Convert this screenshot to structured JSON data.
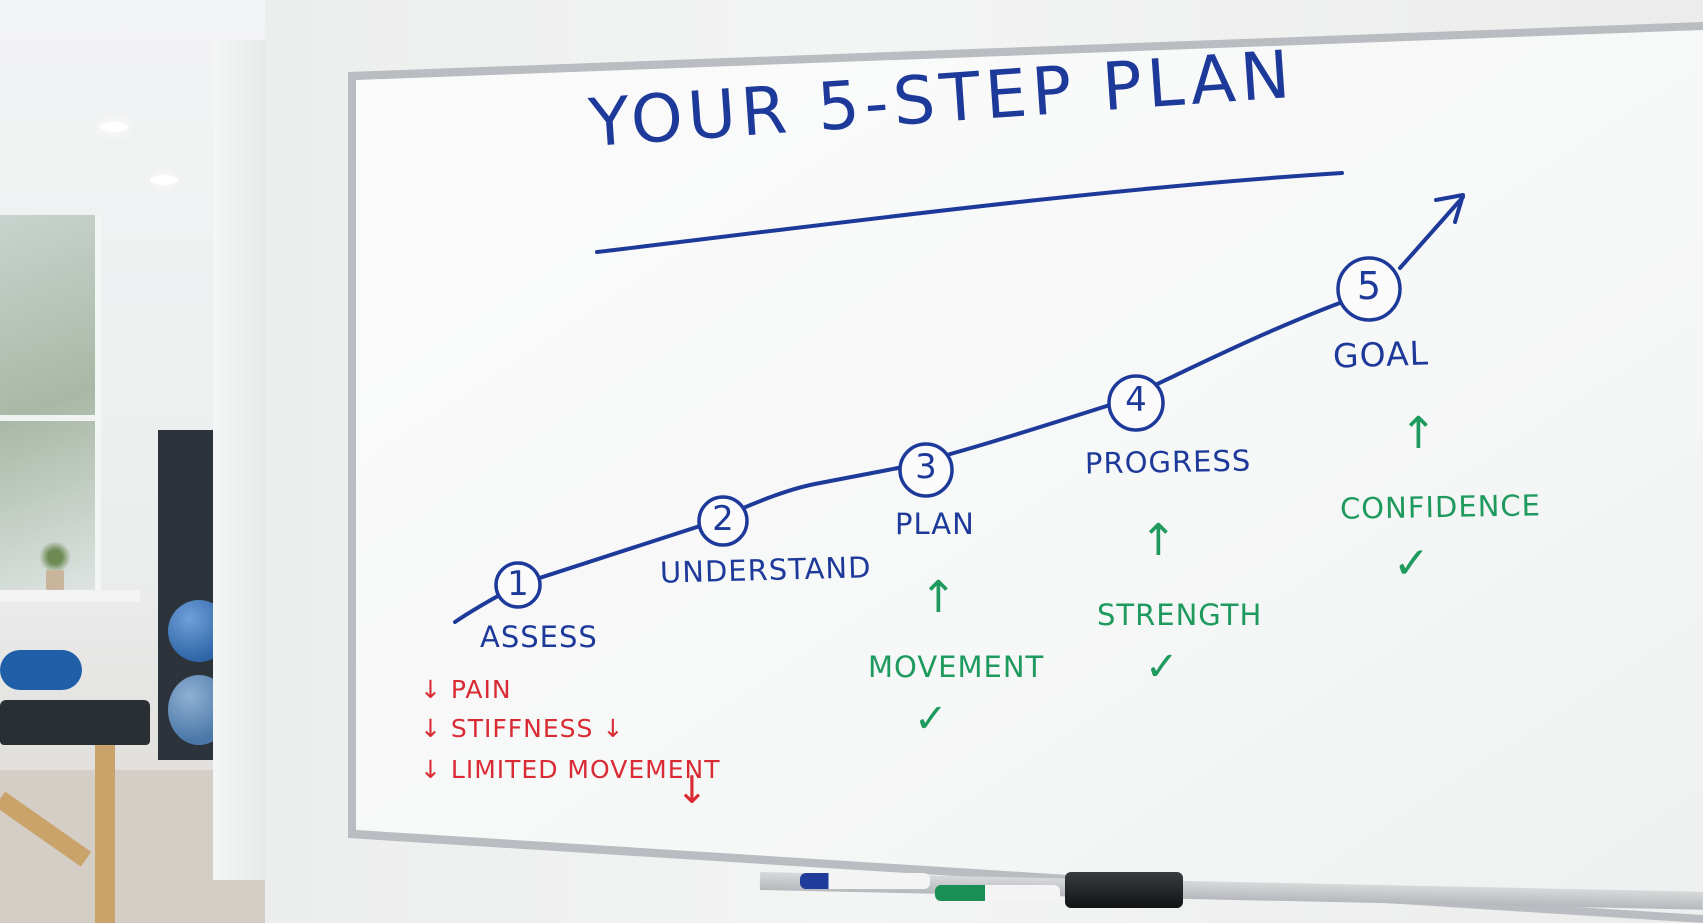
{
  "board": {
    "title": "YOUR 5-STEP PLAN",
    "steps": [
      {
        "number": "1",
        "label": "ASSESS"
      },
      {
        "number": "2",
        "label": "UNDERSTAND"
      },
      {
        "number": "3",
        "label": "PLAN"
      },
      {
        "number": "4",
        "label": "PROGRESS"
      },
      {
        "number": "5",
        "label": "GOAL"
      }
    ],
    "decreases": [
      "PAIN",
      "STIFFNESS",
      "LIMITED MOVEMENT"
    ],
    "improvements": [
      "MOVEMENT",
      "STRENGTH",
      "CONFIDENCE"
    ],
    "glyphs": {
      "down_arrow": "↓",
      "up_arrow": "↑",
      "check": "✓"
    }
  },
  "colors": {
    "blue_marker": "#1d3a9a",
    "red_marker": "#d92b34",
    "green_marker": "#1f9a5e"
  }
}
